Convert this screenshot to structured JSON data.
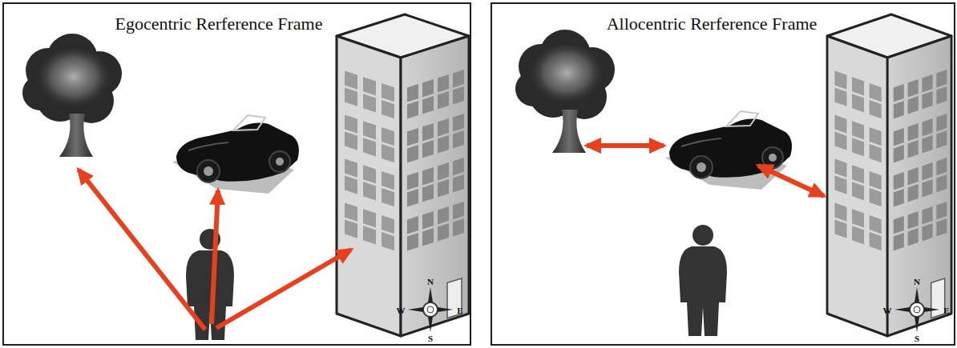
{
  "diagram": {
    "nodes": [
      {
        "text": [
          "Egocentric Rerference Frame"
        ]
      },
      {
        "text": [
          "Allocentric Rerference Frame"
        ]
      }
    ],
    "labels": [
      "N",
      "W",
      "E",
      "S",
      "N",
      "W",
      "E",
      "S"
    ]
  }
}
